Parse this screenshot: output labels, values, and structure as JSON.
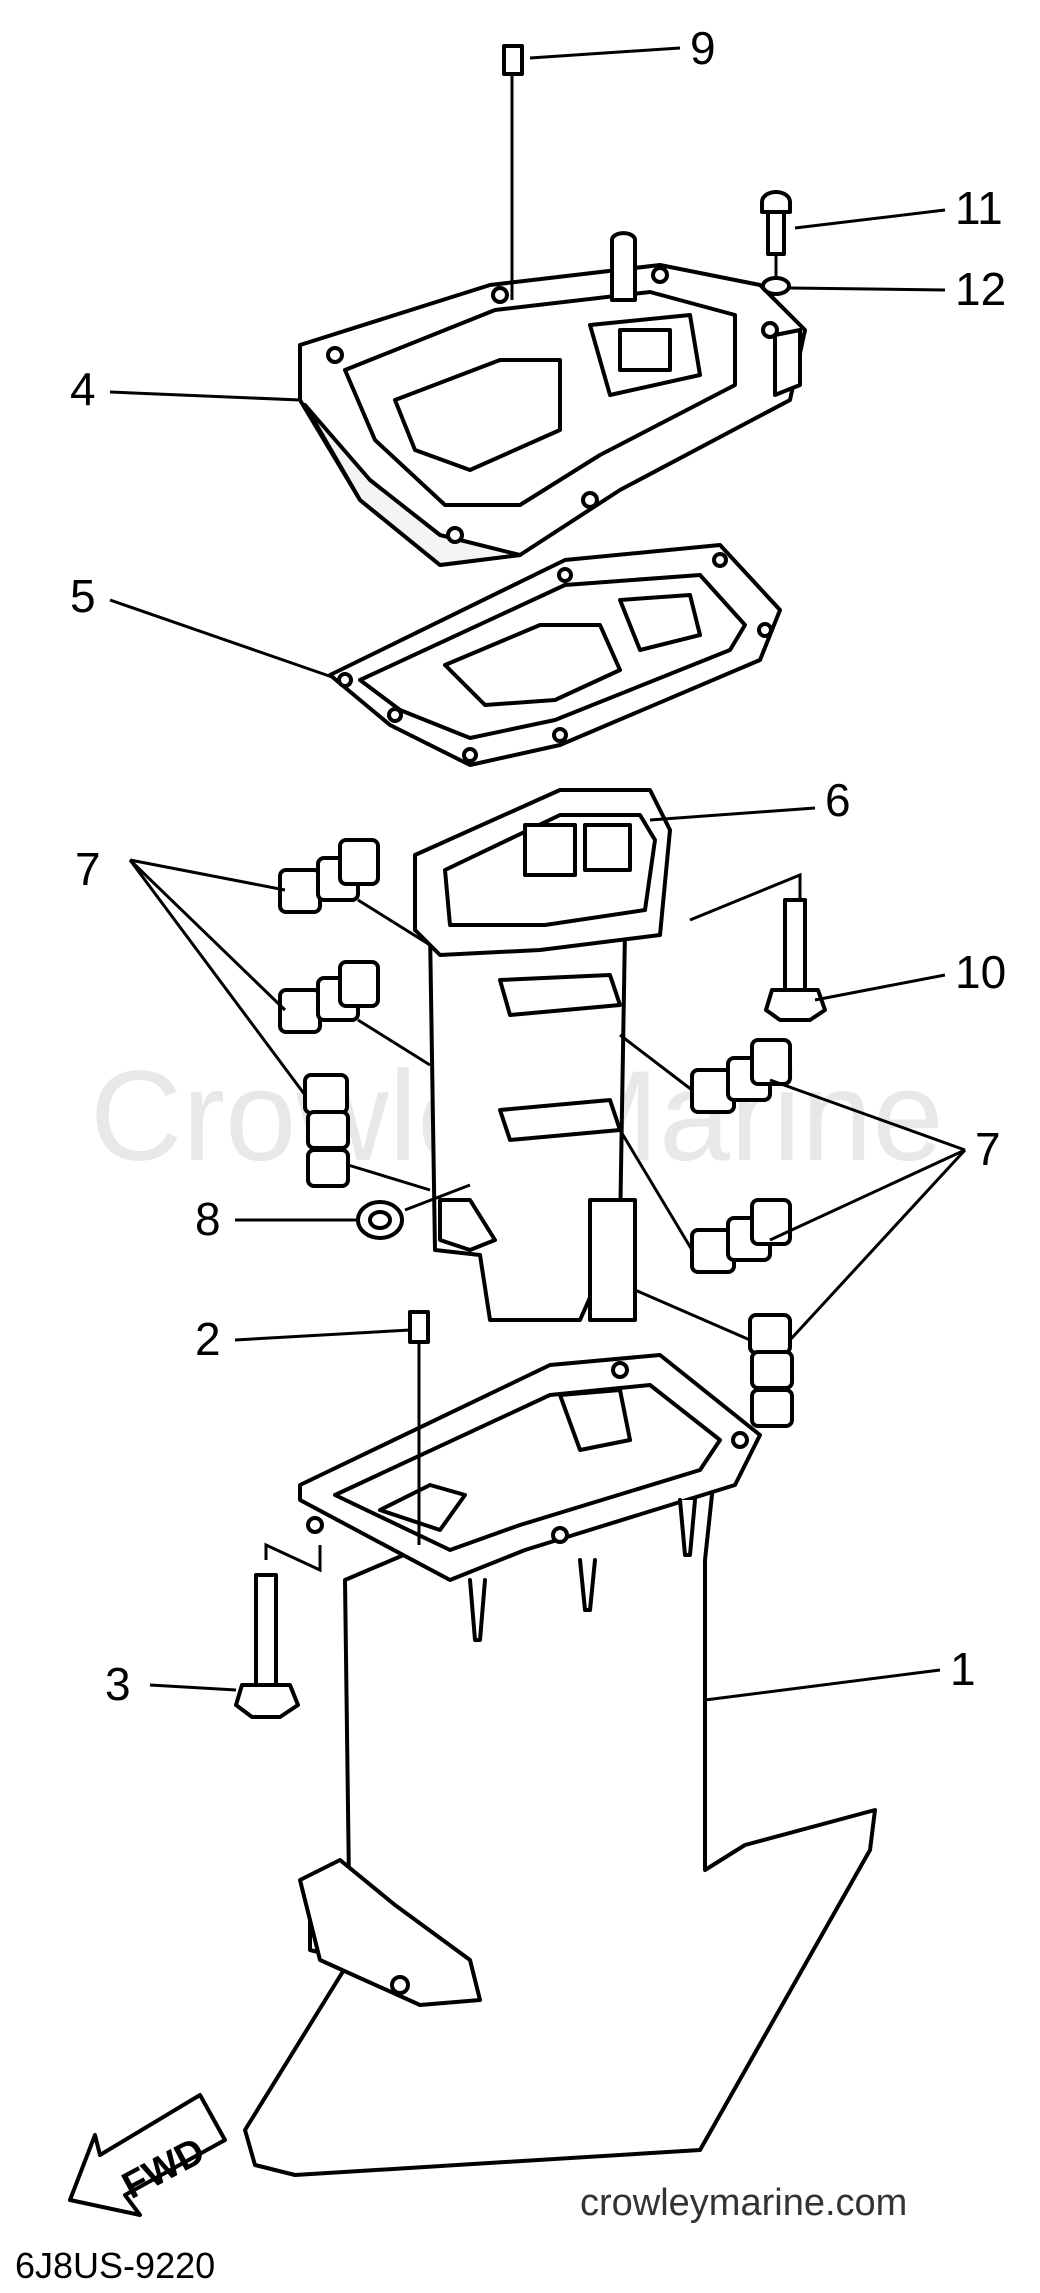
{
  "watermark": "CrowleyMarine",
  "site_label": "crowleymarine.com",
  "diagram_code": "6J8US-9220",
  "direction_label": "FWD",
  "callouts": {
    "c1": "1",
    "c2": "2",
    "c3": "3",
    "c4": "4",
    "c5": "5",
    "c6": "6",
    "c7a": "7",
    "c7b": "7",
    "c8": "8",
    "c9": "9",
    "c10": "10",
    "c11": "11",
    "c12": "12"
  }
}
